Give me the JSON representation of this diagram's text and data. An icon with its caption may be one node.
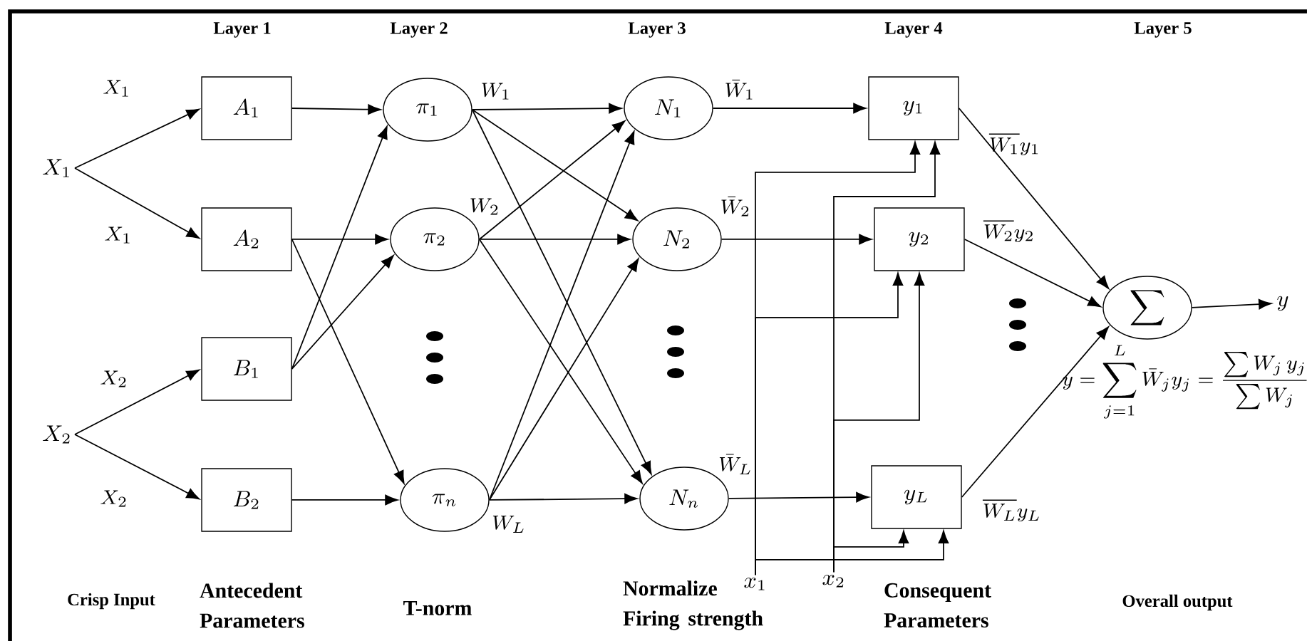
{
  "diagram": {
    "nodes": [
      {
        "text": [
          "X_1"
        ]
      },
      {
        "text": [
          "X_2"
        ]
      },
      {
        "text": [
          "A_1"
        ]
      },
      {
        "text": [
          "A_2"
        ]
      },
      {
        "text": [
          "B_1"
        ]
      },
      {
        "text": [
          "B_2"
        ]
      },
      {
        "text": [
          "\\pi_1"
        ]
      },
      {
        "text": [
          "\\pi_2"
        ]
      },
      {
        "text": [
          "\\pi_n"
        ]
      },
      {
        "text": [
          "N_1"
        ]
      },
      {
        "text": [
          "N_2"
        ]
      },
      {
        "text": [
          "N_n"
        ]
      },
      {
        "text": [
          "y_1"
        ]
      },
      {
        "text": [
          "y_2"
        ]
      },
      {
        "text": [
          "y_L"
        ]
      },
      {
        "text": [
          "\\sum"
        ]
      },
      {
        "text": [
          "y"
        ]
      },
      {
        "text": [
          "x_1"
        ]
      },
      {
        "text": [
          "x_2"
        ]
      }
    ],
    "edges": [
      {
        "from": 0,
        "to": 2,
        "arrow": "to",
        "label": "X_1"
      },
      {
        "from": 0,
        "to": 3,
        "arrow": "to",
        "label": "X_1"
      },
      {
        "from": 1,
        "to": 4,
        "arrow": "to",
        "label": "X_2"
      },
      {
        "from": 1,
        "to": 5,
        "arrow": "to",
        "label": "X_2"
      },
      {
        "from": 2,
        "to": 6,
        "arrow": "to"
      },
      {
        "from": 3,
        "to": 7,
        "arrow": "to"
      },
      {
        "from": 3,
        "to": 8,
        "arrow": "to"
      },
      {
        "from": 4,
        "to": 6,
        "arrow": "to"
      },
      {
        "from": 4,
        "to": 7,
        "arrow": "to"
      },
      {
        "from": 5,
        "to": 8,
        "arrow": "to"
      },
      {
        "from": 6,
        "to": 9,
        "arrow": "to",
        "label": "W_1"
      },
      {
        "from": 6,
        "to": 10,
        "arrow": "to"
      },
      {
        "from": 6,
        "to": 11,
        "arrow": "to"
      },
      {
        "from": 7,
        "to": 9,
        "arrow": "to"
      },
      {
        "from": 7,
        "to": 10,
        "arrow": "to",
        "label": "W_2"
      },
      {
        "from": 7,
        "to": 11,
        "arrow": "to"
      },
      {
        "from": 8,
        "to": 9,
        "arrow": "to"
      },
      {
        "from": 8,
        "to": 10,
        "arrow": "to"
      },
      {
        "from": 8,
        "to": 11,
        "arrow": "to",
        "label": "W_L"
      },
      {
        "from": 9,
        "to": 12,
        "arrow": "to",
        "label": "\\bar{W}_1"
      },
      {
        "from": 10,
        "to": 13,
        "arrow": "to",
        "label": "\\bar{W}_2"
      },
      {
        "from": 11,
        "to": 14,
        "arrow": "to",
        "label": "\\bar{W}_L"
      },
      {
        "from": 12,
        "to": 15,
        "arrow": "to",
        "label": "\\overline{W_1} y_1"
      },
      {
        "from": 13,
        "to": 15,
        "arrow": "to",
        "label": "\\overline{W_2} y_2"
      },
      {
        "from": 14,
        "to": 15,
        "arrow": "to",
        "label": "\\overline{W_L} y_L"
      },
      {
        "from": 15,
        "to": 16,
        "arrow": "to"
      },
      {
        "from": 17,
        "to": 12,
        "arrow": "to"
      },
      {
        "from": 17,
        "to": 13,
        "arrow": "to"
      },
      {
        "from": 17,
        "to": 14,
        "arrow": "to"
      },
      {
        "from": 18,
        "to": 12,
        "arrow": "to"
      },
      {
        "from": 18,
        "to": 13,
        "arrow": "to"
      },
      {
        "from": 18,
        "to": 14,
        "arrow": "to"
      }
    ],
    "labels": [
      "Layer 1",
      "Layer 2",
      "Layer 3",
      "Layer 4",
      "Layer 5",
      "y = \\sum_{j=1}^{L} \\bar{W}_j y_j = \\frac{\\sum W_j\\, y_j}{\\sum W_j}",
      "Crisp Input",
      "Antecedent Parameters",
      "T-norm",
      "Normalize Firing strength",
      "Consequent Parameters",
      "Overall output"
    ]
  }
}
